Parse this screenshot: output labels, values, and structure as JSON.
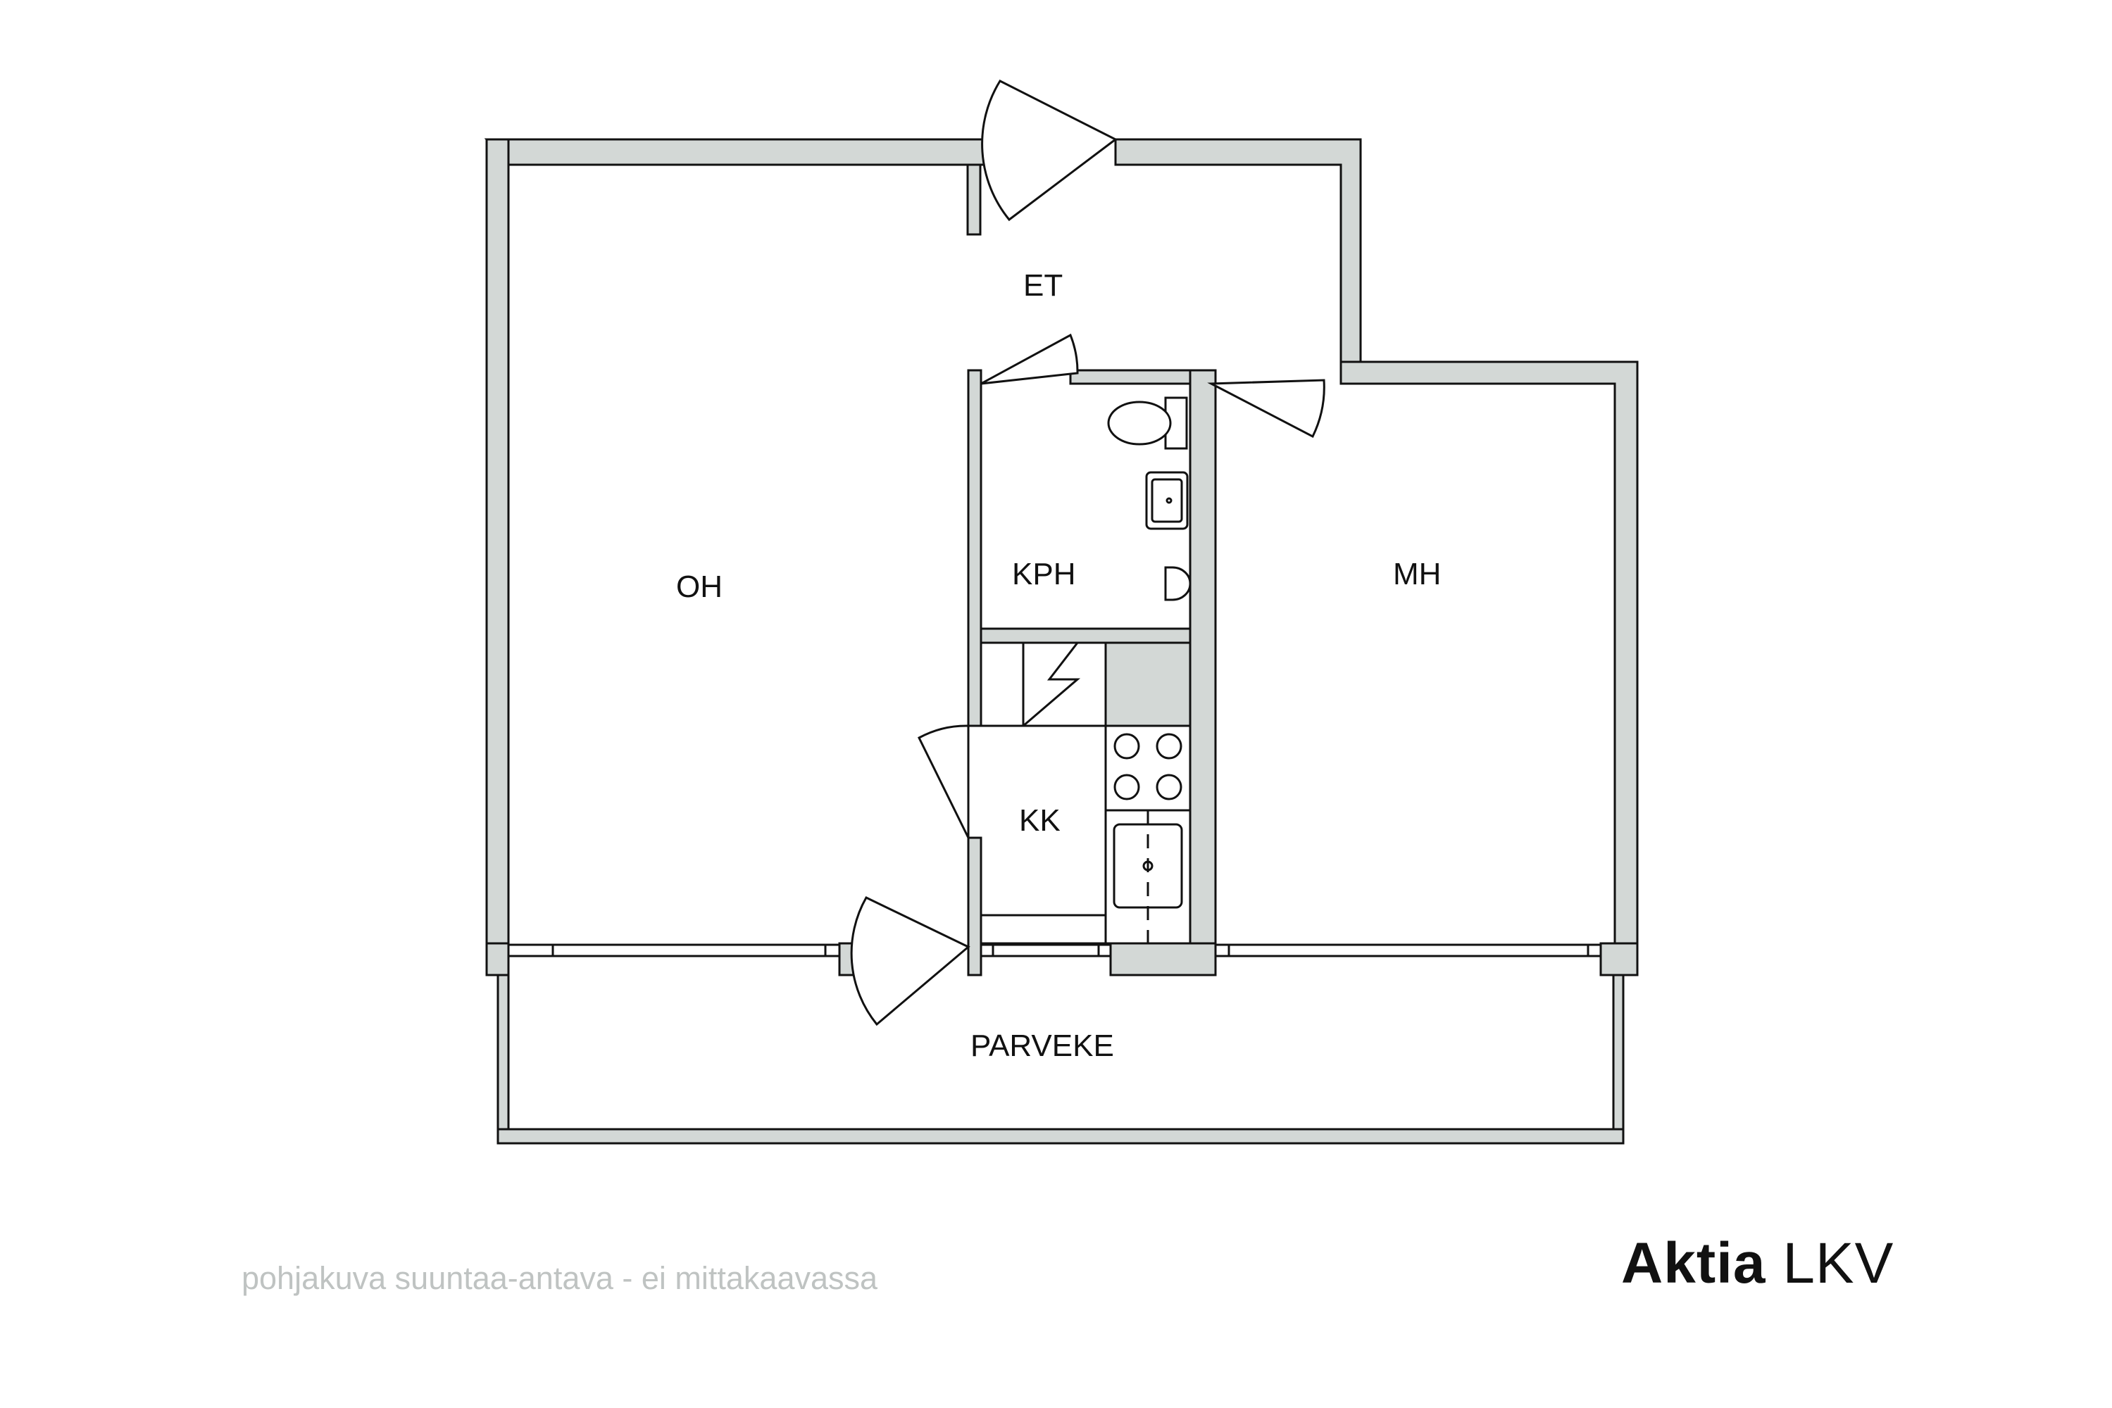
{
  "floorplan": {
    "rooms": {
      "entrance": "ET",
      "living_room": "OH",
      "bathroom": "KPH",
      "bedroom": "MH",
      "kitchen": "KK",
      "balcony": "PARVEKE"
    },
    "disclaimer": "pohjakuva suuntaa-antava - ei mittakaavassa",
    "brand": {
      "name": "Aktia",
      "suffix": "LKV"
    },
    "colors": {
      "wall_fill": "#d3d8d6",
      "line": "#111111",
      "background": "#ffffff"
    }
  }
}
